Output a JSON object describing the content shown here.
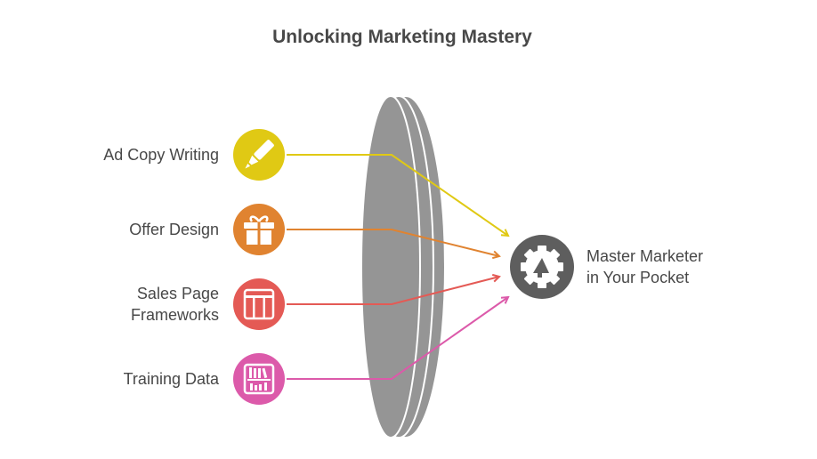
{
  "title": "Unlocking Marketing Mastery",
  "inputs": [
    {
      "label": "Ad Copy Writing",
      "icon": "highlighter-icon",
      "color": "#e0c914"
    },
    {
      "label": "Offer Design",
      "icon": "gift-icon",
      "color": "#e08330"
    },
    {
      "label_line1": "Sales Page",
      "label_line2": "Frameworks",
      "icon": "layout-icon",
      "color": "#e45a55"
    },
    {
      "label": "Training Data",
      "icon": "bookshelf-icon",
      "color": "#dc5aaa"
    }
  ],
  "output": {
    "line1": "Master Marketer",
    "line2": "in Your Pocket",
    "icon": "gear-megaphone-icon",
    "color": "#5e5e5e"
  },
  "lens_color": "#959595"
}
